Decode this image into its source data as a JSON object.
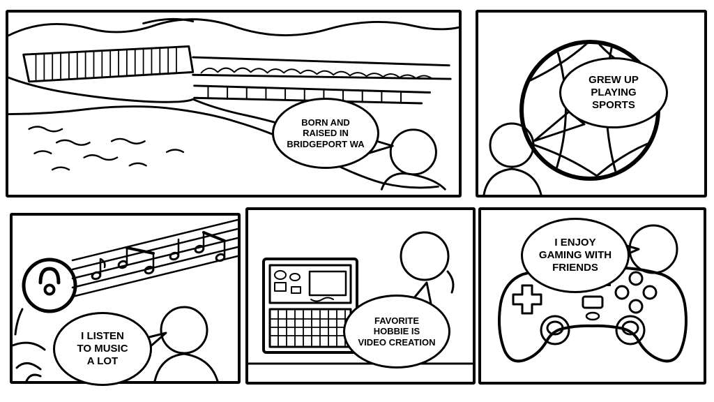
{
  "colors": {
    "ink": "#000000",
    "paper": "#ffffff"
  },
  "panels": [
    {
      "scene": "bridgeport-dam-landscape",
      "bubble_text": "BORN AND\nRAISED IN\nBRIDGEPORT WA"
    },
    {
      "scene": "sports-ball",
      "bubble_text": "GREW UP\nPLAYING\nSPORTS"
    },
    {
      "scene": "music-notes-listening",
      "bubble_text": "I LISTEN\nTO MUSIC\nA LOT"
    },
    {
      "scene": "video-editing-computer",
      "bubble_text": "FAVORITE\nHOBBIE IS\nVIDEO CREATION"
    },
    {
      "scene": "game-controller",
      "bubble_text": "I ENJOY\nGAMING WITH\nFRIENDS"
    }
  ]
}
